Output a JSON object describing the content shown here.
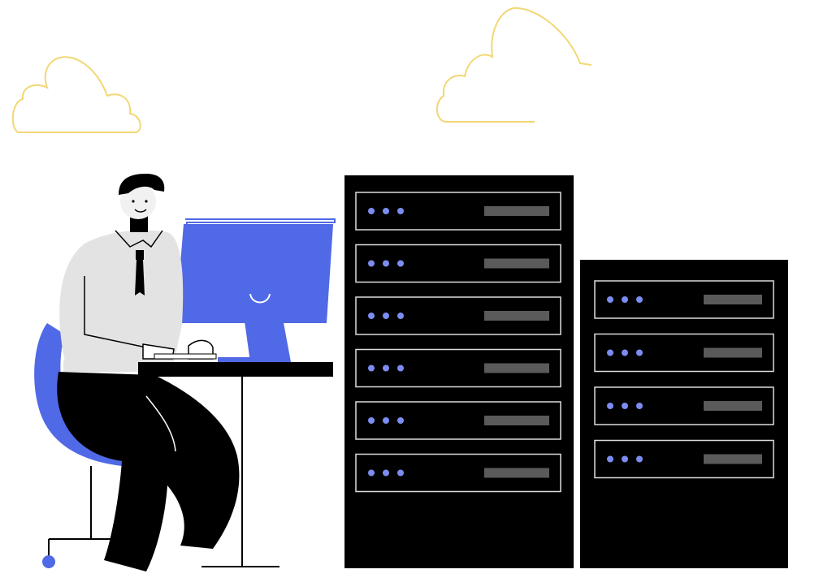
{
  "scene": {
    "name": "server-room-illustration",
    "colors": {
      "background": "#ffffff",
      "cloud_outline": "#f2d774",
      "accent_blue": "#5069e6",
      "server_body": "#000000",
      "server_bay_border": "#dcdcdc",
      "server_led": "#7c8cf0",
      "server_slot": "#5a5a5a",
      "shirt": "#e3e3e3",
      "skin": "#f1f1f1",
      "ink": "#000000"
    },
    "icons": {
      "clouds": [
        "cloud-icon",
        "cloud-icon"
      ],
      "person": "person-icon",
      "monitor": "monitor-icon",
      "desk": "desk-icon",
      "chair": "office-chair-icon",
      "servers": [
        "server-rack-icon",
        "server-rack-icon"
      ]
    },
    "server_racks": [
      {
        "bays": 6,
        "leds_per_bay": 3
      },
      {
        "bays": 4,
        "leds_per_bay": 3
      }
    ]
  }
}
